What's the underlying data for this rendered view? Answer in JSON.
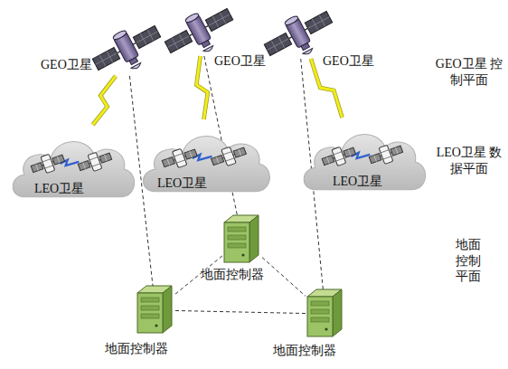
{
  "diagram": {
    "nodes": [
      {
        "text": [
          "GEO卫星"
        ]
      },
      {
        "text": [
          "GEO卫星"
        ]
      },
      {
        "text": [
          "GEO卫星"
        ]
      },
      {
        "text": [
          "LEO卫星"
        ]
      },
      {
        "text": [
          "LEO卫星"
        ]
      },
      {
        "text": [
          "LEO卫星"
        ]
      },
      {
        "text": [
          "地面控制器"
        ]
      },
      {
        "text": [
          "地面控制器"
        ]
      },
      {
        "text": [
          "地面控制器"
        ]
      }
    ],
    "edges": [
      {
        "from": 0,
        "to": 3,
        "arrow": "none"
      },
      {
        "from": 1,
        "to": 4,
        "arrow": "none"
      },
      {
        "from": 2,
        "to": 5,
        "arrow": "none"
      },
      {
        "from": 0,
        "to": 7,
        "arrow": "none"
      },
      {
        "from": 1,
        "to": 6,
        "arrow": "none"
      },
      {
        "from": 2,
        "to": 8,
        "arrow": "none"
      },
      {
        "from": 7,
        "to": 6,
        "arrow": "none"
      },
      {
        "from": 6,
        "to": 8,
        "arrow": "none"
      },
      {
        "from": 7,
        "to": 8,
        "arrow": "none"
      }
    ],
    "labels": [
      "GEO卫星 控制平面",
      "LEO卫星 数据平面",
      "地面 控制 平面"
    ]
  }
}
